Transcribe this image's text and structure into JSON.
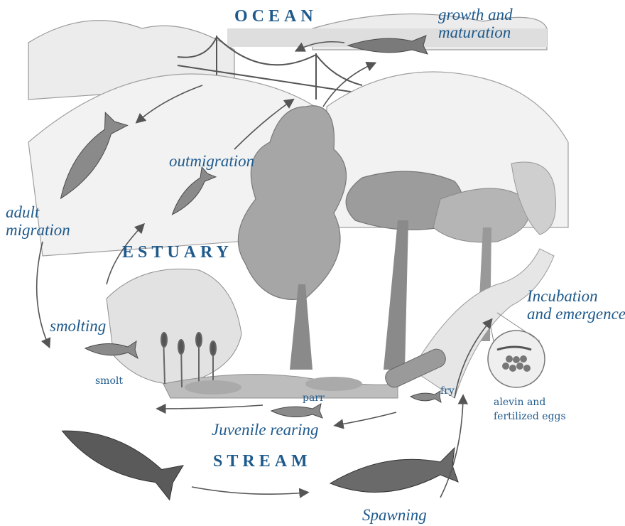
{
  "regions": {
    "ocean": "OCEAN",
    "estuary": "ESTUARY",
    "stream": "STREAM"
  },
  "stages": {
    "growth_line1": "growth and",
    "growth_line2": "maturation",
    "outmigration": "outmigration",
    "adult_line1": "adult",
    "adult_line2": "migration",
    "smolting": "smolting",
    "incubation_line1": "Incubation",
    "incubation_line2": "and emergence",
    "juvenile": "Juvenile rearing",
    "spawning": "Spawning"
  },
  "life_forms": {
    "smolt": "smolt",
    "parr": "parr",
    "fry": "fry",
    "alevin_line1": "alevin and",
    "alevin_line2": "fertilized eggs"
  },
  "colors": {
    "label_blue": "#1f5a8c",
    "pencil_gray": "#6b6b6b",
    "fish_dark": "#5a5a5a"
  }
}
